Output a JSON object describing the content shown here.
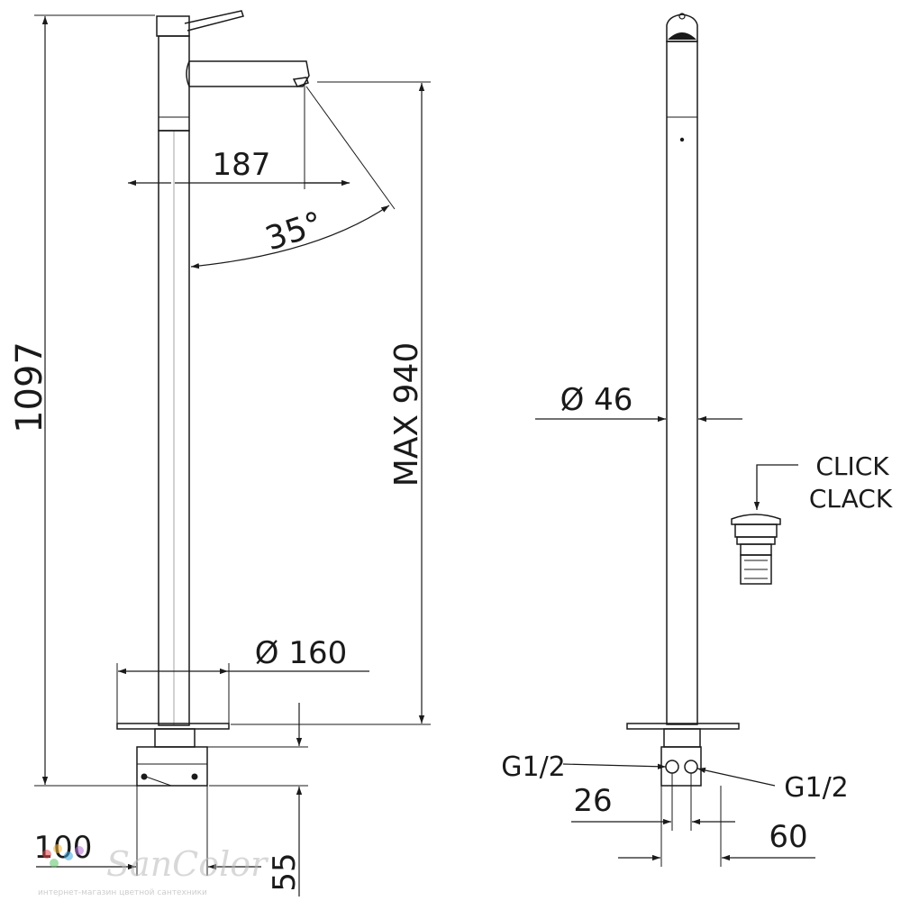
{
  "drawing": {
    "dimensions": {
      "height_total": "1097",
      "spout_reach": "187",
      "swivel_angle": "35°",
      "max_height": "MAX 940",
      "base_diameter": "Ø 160",
      "lower_100": "100",
      "lower_55": "55",
      "body_diameter": "Ø 46",
      "spacing_26": "26",
      "width_60": "60"
    },
    "labels": {
      "waste_line1": "CLICK",
      "waste_line2": "CLACK",
      "inlet_left": "G1/2",
      "inlet_right": "G1/2"
    },
    "watermark": {
      "brand": "SanColor",
      "tagline": "интернет-магазин цветной сантехники",
      "dot_colors": [
        "#e5484d",
        "#f2b53b",
        "#3ea6e0",
        "#5cc46a",
        "#b36bd4"
      ]
    }
  }
}
